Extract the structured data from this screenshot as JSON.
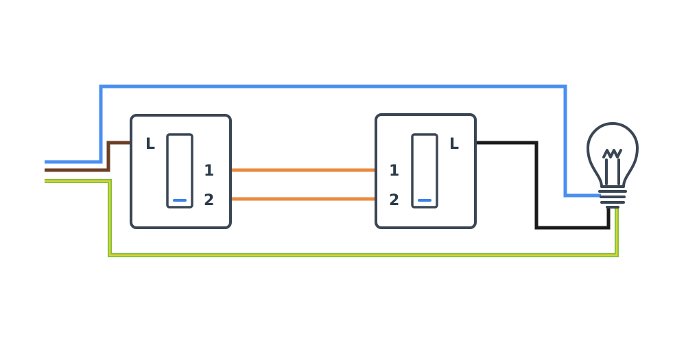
{
  "colors": {
    "neutral": "#4a8ff0",
    "phase": "#6b3f24",
    "earth_green": "#7fbf3a",
    "earth_yellow": "#d8d33a",
    "traveler": "#e98a3f",
    "switched_live": "#1a1a1a",
    "outline": "#3a4654",
    "indicator": "#3b82e8"
  },
  "switch_left": {
    "live_label": "L",
    "terminal_1": "1",
    "terminal_2": "2"
  },
  "switch_right": {
    "live_label": "L",
    "terminal_1": "1",
    "terminal_2": "2"
  },
  "icons": {
    "lamp": "light-bulb-icon"
  }
}
